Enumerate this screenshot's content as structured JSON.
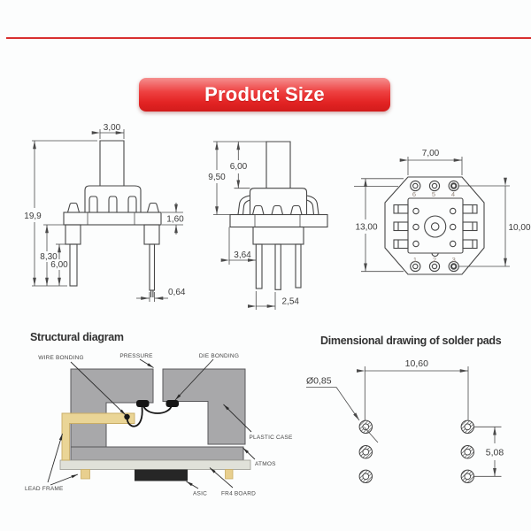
{
  "banner": {
    "label": "Product Size"
  },
  "colors": {
    "accent_red": "#e32424",
    "divider_red": "#d8302f",
    "line_color": "#474747",
    "case_gray": "#a8a8aa",
    "lead_frame_tan": "#ead596",
    "board_gray": "#e0e1d9",
    "asic_dark": "#262626"
  },
  "front_view": {
    "dim_tube_width": "3,00",
    "dim_total_height": "19,9",
    "dim_flange_thickness": "1,60",
    "dim_pin_length_long": "8,30",
    "dim_pin_length_short": "6,00",
    "dim_pin_width": "0,64"
  },
  "side_view": {
    "dim_port_height": "6,00",
    "dim_upper_height": "9,50",
    "dim_pin_inset": "3,64",
    "dim_pin_pitch": "2,54"
  },
  "top_view": {
    "dim_body_width": "7,00",
    "dim_overall_height": "13,00",
    "dim_pad_row_span": "10,00",
    "pin_numbers_top": [
      "6",
      "5",
      "4"
    ],
    "pin_numbers_bottom": [
      "1",
      "2",
      "3"
    ]
  },
  "structural": {
    "title": "Structural diagram",
    "labels": {
      "wire_bonding": "WIRE BONDING",
      "pressure": "PRESSURE",
      "die_bonding": "DIE BONDING",
      "plastic_case": "PLASTIC CASE",
      "atmos": "ATMOS",
      "lead_frame": "LEAD FRAME",
      "asic": "ASIC",
      "fr4_board": "FR4 BOARD"
    }
  },
  "solder_pads": {
    "title": "Dimensional drawing of solder pads",
    "dim_pad_diameter": "Ø0,85",
    "dim_col_pitch": "10,60",
    "dim_row_span": "5,08"
  }
}
